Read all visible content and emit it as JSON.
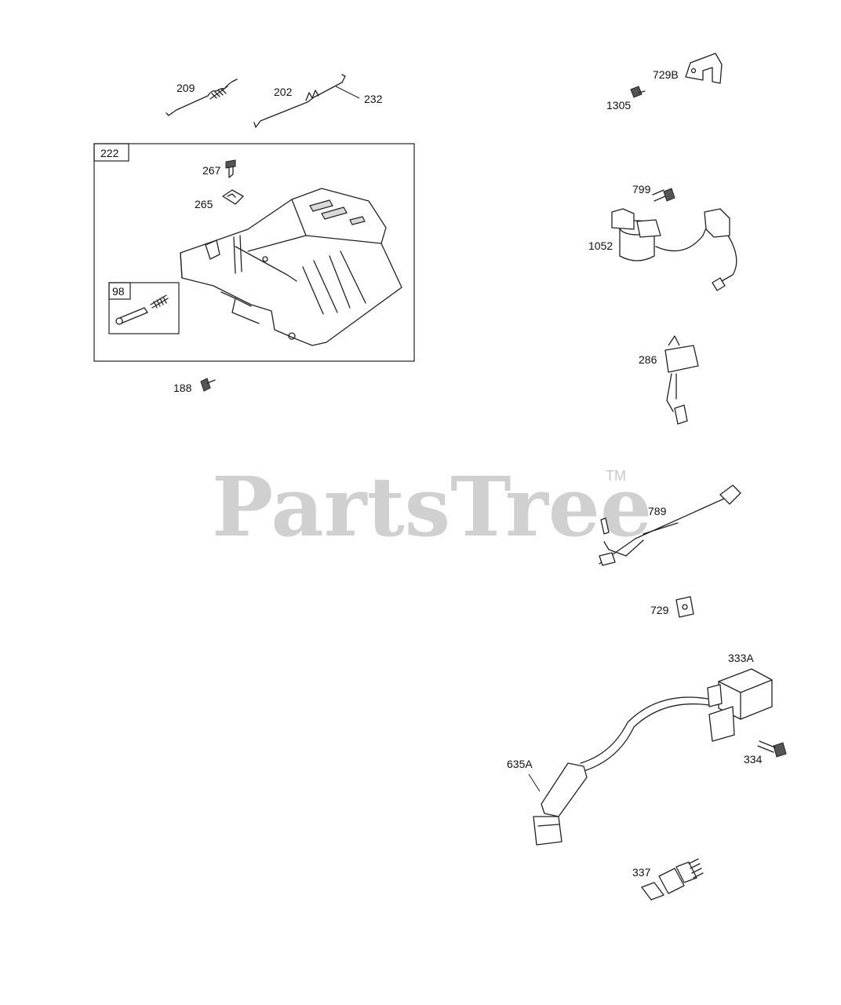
{
  "watermark": {
    "text": "PartsTree",
    "trademark": "TM"
  },
  "parts": {
    "p209": "209",
    "p202": "202",
    "p232": "232",
    "p222": "222",
    "p267": "267",
    "p265": "265",
    "p98": "98",
    "p188": "188",
    "p729B": "729B",
    "p1305": "1305",
    "p799": "799",
    "p1052": "1052",
    "p286": "286",
    "p789": "789",
    "p729": "729",
    "p333A": "333A",
    "p334": "334",
    "p635A": "635A",
    "p337": "337"
  }
}
